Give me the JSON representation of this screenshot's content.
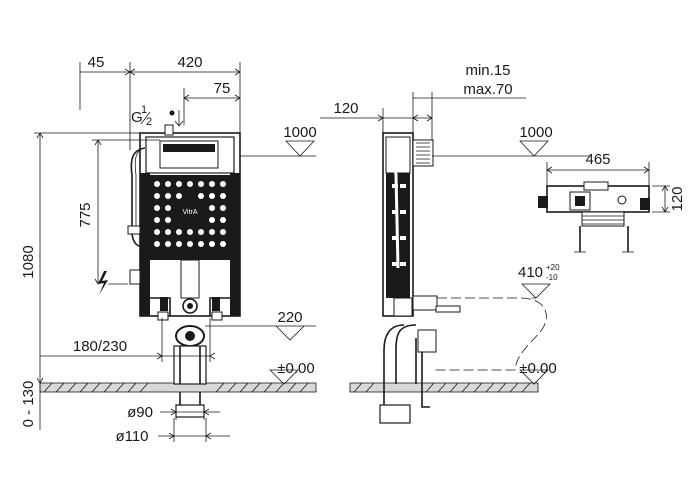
{
  "front_view": {
    "dim_45": "45",
    "dim_420": "420",
    "dim_75": "75",
    "pipe_size_g": "G",
    "pipe_size_num": "1",
    "pipe_size_den": "2",
    "dim_1000": "1000",
    "dim_775": "775",
    "dim_1080": "1080",
    "dim_220": "220",
    "dim_180_230": "180/230",
    "dim_zero_level": "±0.00",
    "dim_0_130": "0 - 130",
    "dim_phi90": "ø90",
    "dim_phi110": "ø110",
    "brand_logo": "VitrA"
  },
  "side_view": {
    "dim_120": "120",
    "dim_min15": "min.15",
    "dim_max70": "max.70",
    "dim_410": "410",
    "dim_410_plus": "+20",
    "dim_410_minus": "-10",
    "dim_zero_level": "±0.00"
  },
  "top_view": {
    "dim_1000": "1000",
    "dim_465": "465",
    "dim_120": "120"
  }
}
